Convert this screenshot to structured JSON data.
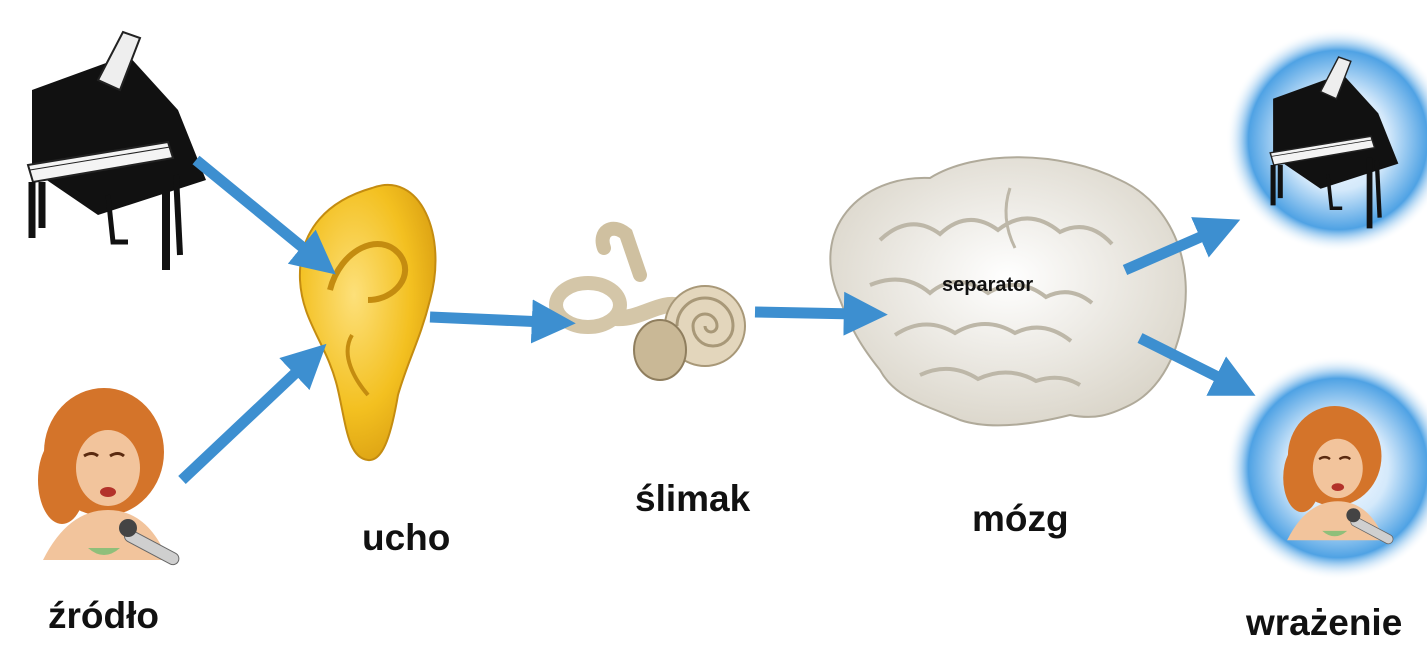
{
  "labels": {
    "source": "źródło",
    "ear": "ucho",
    "cochlea": "ślimak",
    "brain": "mózg",
    "separator": "separator",
    "perception": "wrażenie"
  },
  "colors": {
    "arrow": "#3d8fd0",
    "ear": "#f3c020",
    "brain": "#eeeae2",
    "cochlea": "#e3d6bc",
    "glow": "#2e8fe0",
    "hair": "#d4742a",
    "skin": "#f2c49c",
    "piano": "#111111"
  },
  "icons": [
    "piano-icon",
    "singer-icon",
    "ear-icon",
    "cochlea-icon",
    "brain-icon"
  ]
}
